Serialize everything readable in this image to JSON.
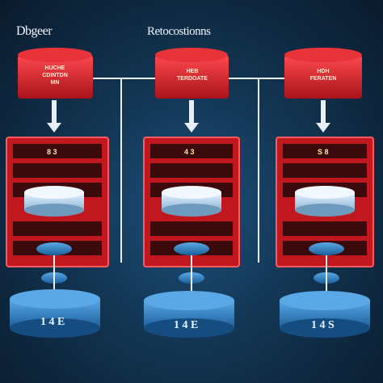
{
  "labels": {
    "left": "Dbgeer",
    "right": "Retocostionns"
  },
  "columns": [
    {
      "cap_text": [
        "HUCHE",
        "CDINTDN",
        "MN"
      ],
      "shelf_value": "8 3",
      "disk_value": "1 4 E"
    },
    {
      "cap_text": [
        "HEB",
        "TERDOATE"
      ],
      "shelf_value": "4 3",
      "disk_value": "1 4 E"
    },
    {
      "cap_text": [
        "HDH",
        "FERATEN"
      ],
      "shelf_value": "S 8",
      "disk_value": "1 4 S"
    }
  ],
  "colors": {
    "red": "#d8232a",
    "dark_red": "#8d0f14",
    "blue": "#2f7fc4",
    "light_blue": "#b8dbf2",
    "background": "#123552"
  }
}
